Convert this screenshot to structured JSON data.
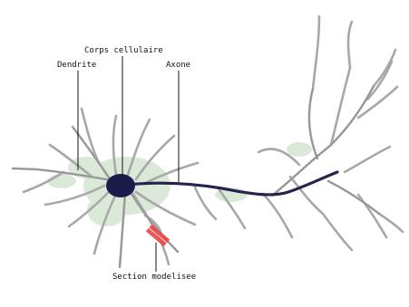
{
  "labels": {
    "cell_body": "Corps cellulaire",
    "dendrite": "Dendrite",
    "axon": "Axone",
    "modeled_section": "Section modelisee"
  },
  "colors": {
    "soma": "#1c1c4a",
    "axon": "#24244e",
    "dendrite": "#a8a8a8",
    "halo": "#cfe3cc",
    "section": "#e84a4a",
    "leader": "#111111"
  }
}
